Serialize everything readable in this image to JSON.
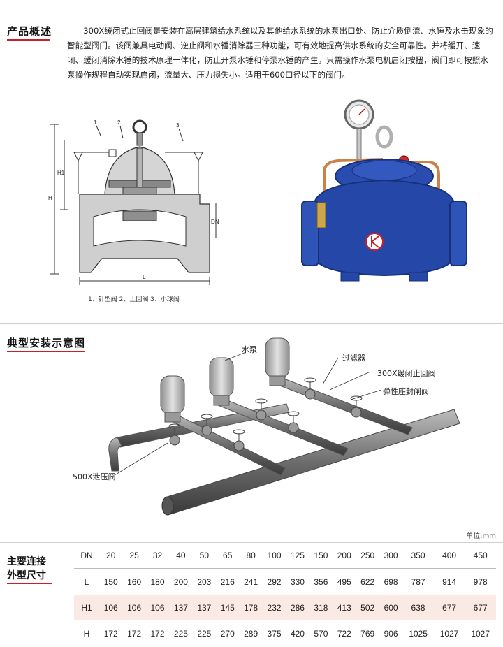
{
  "overview": {
    "title": "产品概述",
    "text": "300X缓闭式止回阀是安装在高层建筑给水系统以及其他给水系统的水泵出口处、防止介质倒流、水锤及水击现象的智能型阀门。该阀兼具电动阀、逆止阀和水锤消除器三种功能，可有效地提高供水系统的安全可靠性。并将缓开、速闭、缓闭消除水锤的技术原理一体化，防止开泵水锤和停泵水锤的产生。只需操作水泵电机启闭按扭，阀门即可按照水泵操作规程自动实现启闭，流量大、压力损失小。适用于600口径以下的阀门。"
  },
  "drawing": {
    "caption": "1、针型阀 2、止回阀 3、小球阀",
    "labels": {
      "n1": "1",
      "n2": "2",
      "n3": "3",
      "h": "H",
      "h1": "H1",
      "dn": "DN",
      "l": "L"
    }
  },
  "installation": {
    "title": "典型安装示意图",
    "labels": {
      "pump": "水泵",
      "filter": "过滤器",
      "check_valve": "300X缓闭止回阀",
      "gate_valve": "弹性座封闸阀",
      "relief_valve": "500X泄压阀"
    }
  },
  "dimensions": {
    "title_line1": "主要连接",
    "title_line2": "外型尺寸",
    "unit": "单位:mm",
    "rows": [
      {
        "label": "DN",
        "values": [
          "20",
          "25",
          "32",
          "40",
          "50",
          "65",
          "80",
          "100",
          "125",
          "150",
          "200",
          "250",
          "300",
          "350",
          "400",
          "450"
        ]
      },
      {
        "label": "L",
        "values": [
          "150",
          "160",
          "180",
          "200",
          "203",
          "216",
          "241",
          "292",
          "330",
          "356",
          "495",
          "622",
          "698",
          "787",
          "914",
          "978"
        ]
      },
      {
        "label": "H1",
        "values": [
          "106",
          "106",
          "106",
          "137",
          "137",
          "145",
          "178",
          "232",
          "286",
          "318",
          "413",
          "502",
          "600",
          "638",
          "677",
          "677"
        ]
      },
      {
        "label": "H",
        "values": [
          "172",
          "172",
          "172",
          "225",
          "225",
          "270",
          "289",
          "375",
          "420",
          "570",
          "722",
          "769",
          "906",
          "1025",
          "1027",
          "1027"
        ]
      }
    ]
  },
  "colors": {
    "accent": "#c8202a",
    "valve_blue": "#1f3f9c",
    "pipe_gray": "#7a7a7a",
    "row_shade": "#fbe9e3"
  }
}
